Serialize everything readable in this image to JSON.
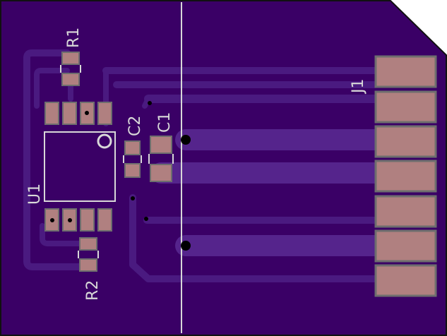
{
  "colors": {
    "board": "#3a0066",
    "board_outline": "#111111",
    "copper_trace": "#4a1a80",
    "copper_trace_light": "#55248c",
    "pad": "#b08080",
    "pad_border": "#6e6e6e",
    "silkscreen": "#d8d8d8",
    "drill": "#000000"
  },
  "components": {
    "r1": {
      "designator": "R1"
    },
    "r2": {
      "designator": "R2"
    },
    "c1": {
      "designator": "C1"
    },
    "c2": {
      "designator": "C2"
    },
    "u1": {
      "designator": "U1"
    },
    "j1": {
      "designator": "J1",
      "pad_count": 7
    }
  }
}
